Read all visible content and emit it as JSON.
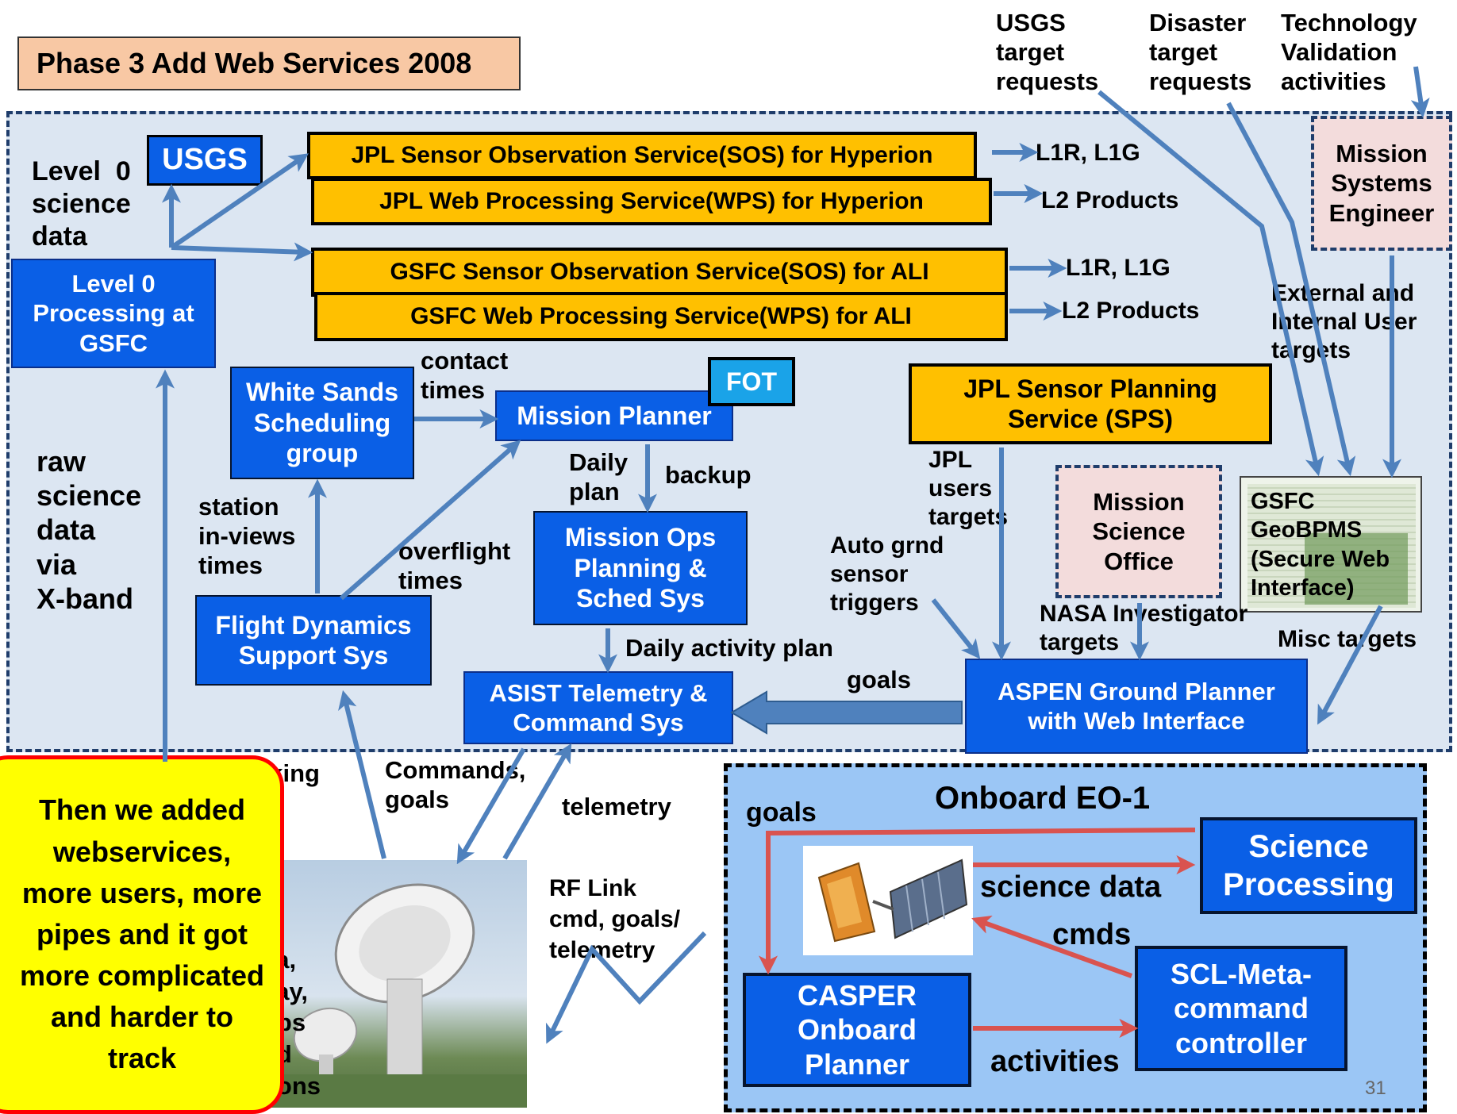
{
  "title": "Phase 3 Add Web Services 2008",
  "inputs": {
    "usgs_requests": "USGS\ntarget\nrequests",
    "disaster_requests": "Disaster\ntarget\nrequests",
    "tech_validation": "Technology\nValidation\nactivities"
  },
  "boxes": {
    "usgs": "USGS",
    "jpl_sos": "JPL Sensor Observation Service(SOS) for Hyperion",
    "jpl_wps": "JPL Web Processing Service(WPS) for Hyperion",
    "gsfc_sos": "GSFC Sensor Observation Service(SOS) for ALI",
    "gsfc_wps": "GSFC Web Processing Service(WPS) for ALI",
    "level0_proc": "Level 0\nProcessing at\nGSFC",
    "white_sands": "White Sands\nScheduling\ngroup",
    "mission_planner": "Mission Planner",
    "fot": "FOT",
    "jpl_sps": "JPL Sensor Planning\nService (SPS)",
    "mission_ops": "Mission Ops\nPlanning &\nSched Sys",
    "flight_dynamics": "Flight Dynamics\nSupport Sys",
    "asist": "ASIST Telemetry &\nCommand Sys",
    "aspen": "ASPEN Ground Planner\nwith Web Interface",
    "mse": "Mission\nSystems\nEngineer",
    "mso": "Mission\nScience\nOffice",
    "geobpms": "GSFC\nGeoBPMS\n(Secure Web\nInterface)"
  },
  "labels": {
    "level0_data": "Level  0\nscience\ndata",
    "jpl_l1": "L1R, L1G",
    "jpl_l2": "L2 Products",
    "gsfc_l1": "L1R, L1G",
    "gsfc_l2": "L2 Products",
    "ext_int": "External and\nInternal User\ntargets",
    "contact_times": "contact\ntimes",
    "raw_science": "raw\nscience\ndata\nvia\nX-band",
    "station_inviews": "station\nin-views\ntimes",
    "overflight": "overflight\ntimes",
    "daily_plan": "Daily\nplan",
    "backup": "backup",
    "jpl_users": "JPL\nusers\ntargets",
    "auto_grnd": "Auto grnd\nsensor\ntriggers",
    "nasa_inv": "NASA Investigator\ntargets",
    "misc_targets": "Misc targets",
    "daily_activity": "Daily activity plan",
    "goals_ground": "goals",
    "tracking": "cking\na",
    "commands_goals": "Commands,\ngoals",
    "telemetry": "telemetry",
    "rf_link": "RF Link\ncmd, goals/\ntelemetry",
    "station_partial": "ka,\nvay,\nops\nnd\ntions"
  },
  "onboard": {
    "title": "Onboard EO-1",
    "goals": "goals",
    "science_processing": "Science\nProcessing",
    "science_data": "science data",
    "cmds": "cmds",
    "scl": "SCL-Meta-\ncommand\ncontroller",
    "casper": "CASPER\nOnboard\nPlanner",
    "activities": "activities",
    "page_number": "31"
  },
  "callout": "Then we added webservices, more users, more pipes and it got more complicated and harder to track",
  "colors": {
    "panel_bg": "#dce6f2",
    "onboard_bg": "#9bc6f5",
    "box_blue": "#0a5fe6",
    "box_orange": "#ffc000",
    "title_bg": "#f8c8a4",
    "arrow_blue": "#4f81bd",
    "arrow_red": "#d9534f",
    "callout_bg": "#ffff00",
    "callout_border": "#ff0000"
  }
}
